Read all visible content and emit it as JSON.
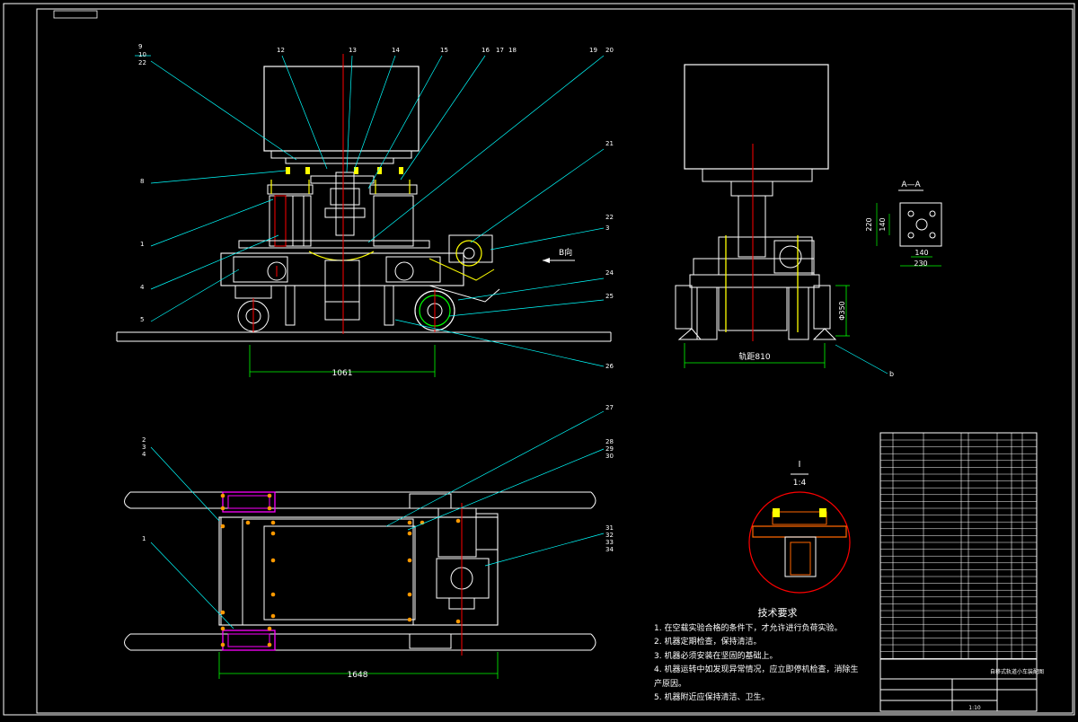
{
  "drawing": {
    "colors": {
      "background": "#000000",
      "outline": "#ffffff",
      "centerline": "#ff0000",
      "leader": "#00ffff",
      "part": "#ffff00",
      "highlight": "#ff00ff",
      "accent": "#00ff00",
      "bolt": "#ff9900"
    },
    "front_view": {
      "balloons_top": [
        "12",
        "13",
        "14",
        "15",
        "16",
        "17",
        "18",
        "19",
        "20"
      ],
      "balloons_left": [
        "8",
        "1",
        "4",
        "5"
      ],
      "balloons_left_stack": [
        "9",
        "10",
        "22"
      ],
      "balloons_right": [
        "21",
        "22",
        "3",
        "24",
        "25",
        "26"
      ],
      "arrow_label": "B向",
      "dimension_label": "1061"
    },
    "side_view": {
      "gauge_label": "轨距810",
      "height_label": "Φ350",
      "balloon": "b"
    },
    "section_aa": {
      "label": "A—A",
      "dims": [
        "220",
        "140",
        "140",
        "230"
      ]
    },
    "detail_view": {
      "label": "I",
      "scale": "1:4"
    },
    "plan_view": {
      "balloons_left": [
        "2",
        "3",
        "4",
        "1"
      ],
      "balloons_right": [
        "27",
        "28",
        "29",
        "30",
        "31",
        "32",
        "33",
        "34"
      ],
      "dimension_label": "1648"
    },
    "tech_requirements": {
      "title": "技术要求",
      "items": [
        "1. 在空载实验合格的条件下，才允许进行负荷实验。",
        "2. 机器定期检查，保持清洁。",
        "3. 机器必须安装在坚固的基础上。",
        "4. 机器运转中如发现异常情况，应立即停机检查，消除生产原因。",
        "5. 机器附近应保持清洁、卫生。"
      ]
    },
    "title_block": {
      "name": "自移式轨道小车装配图",
      "number": "1:10"
    }
  }
}
